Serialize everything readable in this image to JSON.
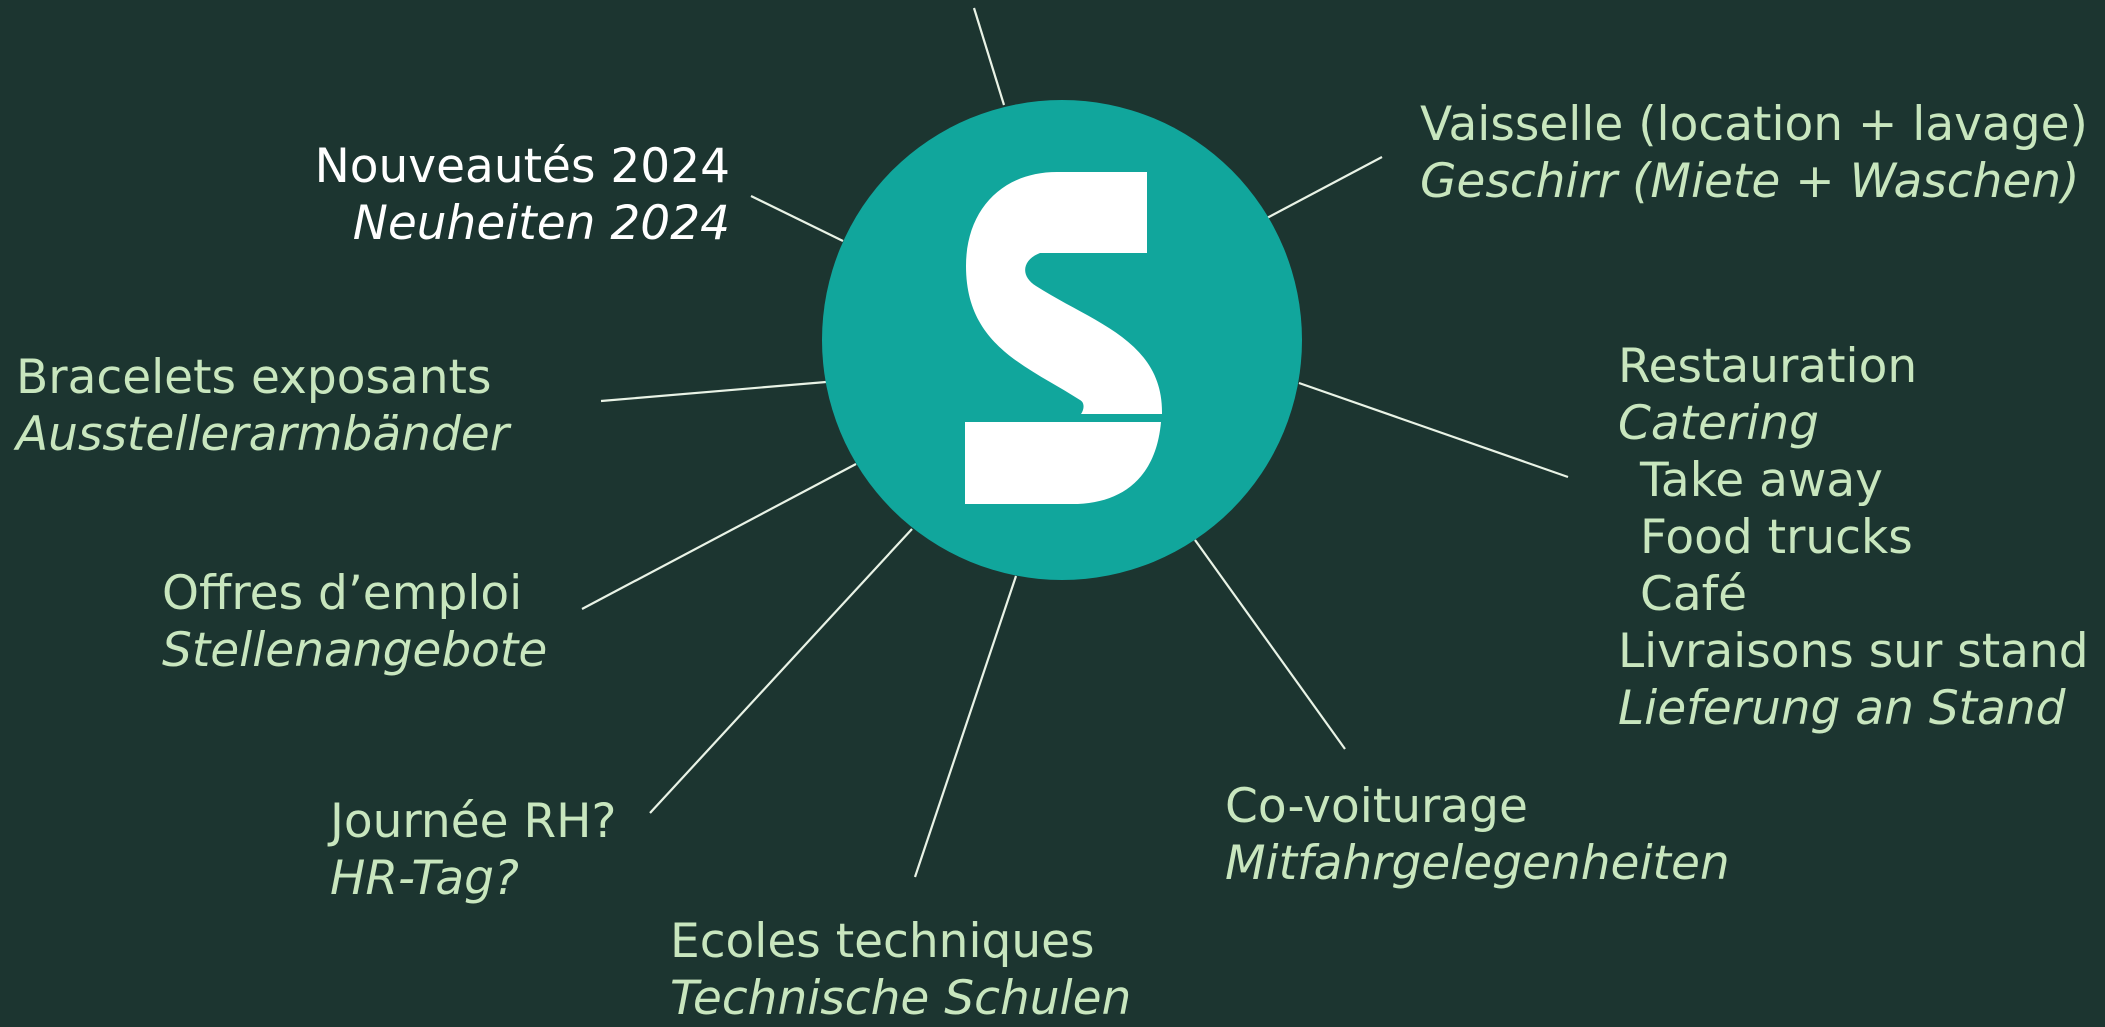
{
  "colors": {
    "background": "#1c3530",
    "circle": "#11a69c",
    "text": "#c8e6be",
    "highlight_text": "#ffffff",
    "lines": "#e9f3e6"
  },
  "hub": {
    "logo": "S"
  },
  "labels": {
    "nouveautes": {
      "fr": "Nouveautés 2024",
      "de": "Neuheiten 2024"
    },
    "vaisselle": {
      "fr": "Vaisselle (location + lavage)",
      "de": "Geschirr (Miete + Waschen)"
    },
    "bracelets": {
      "fr": "Bracelets exposants",
      "de": "Ausstellerarmbänder"
    },
    "restauration": {
      "fr": "Restauration",
      "de": "Catering",
      "items": [
        "Take away",
        "Food trucks",
        "Café"
      ],
      "delivery_fr": "Livraisons sur stand",
      "delivery_de": "Lieferung an Stand"
    },
    "offres": {
      "fr": "Offres d’emploi",
      "de": "Stellenangebote"
    },
    "journee": {
      "fr": "Journée RH?",
      "de": "HR-Tag?"
    },
    "covoiturage": {
      "fr": "Co-voiturage",
      "de": "Mitfahrgelegenheiten"
    },
    "ecoles": {
      "fr": "Ecoles techniques",
      "de": "Technische Schulen"
    }
  }
}
